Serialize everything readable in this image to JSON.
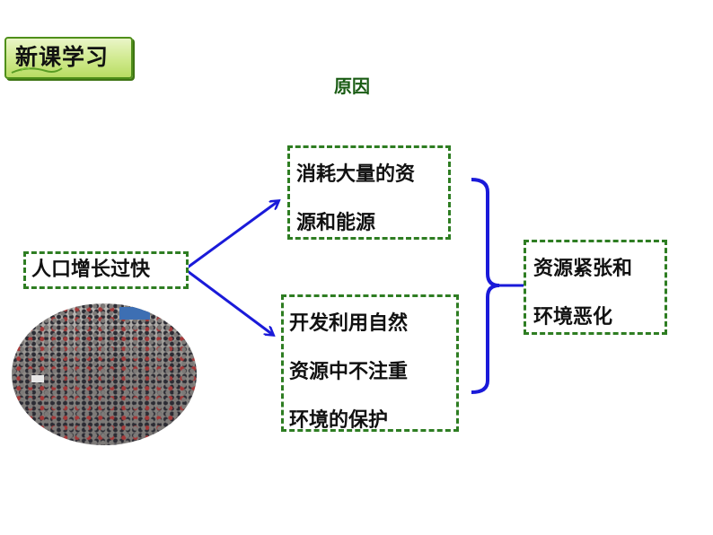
{
  "badge": {
    "label": "新课学习"
  },
  "heading": {
    "label": "原因"
  },
  "cause": {
    "text": "人口增长过快"
  },
  "reasons": [
    {
      "lines": [
        "消耗大量的资",
        "源和能源"
      ]
    },
    {
      "lines": [
        "开发利用自然",
        "资源中不注重",
        "环境的保护"
      ]
    }
  ],
  "result": {
    "lines": [
      "资源紧张和",
      "环境恶化"
    ]
  },
  "colors": {
    "arrow": "#1a1ad9",
    "brace": "#1a1ad9",
    "box_border": "#2e7d22",
    "heading": "#1a5c14",
    "badge_fill": "#cfe98c"
  },
  "photo": {
    "subject": "crowd-photo"
  }
}
